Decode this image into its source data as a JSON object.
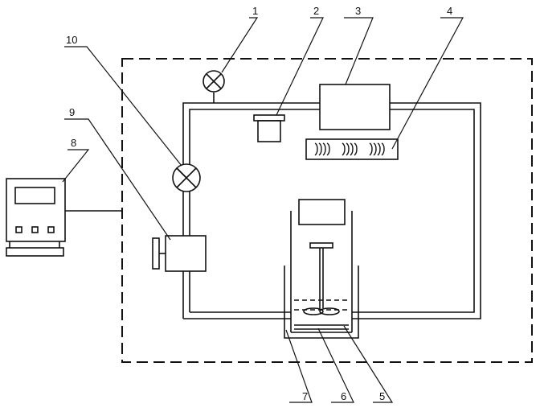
{
  "diagram": {
    "labels": {
      "l1": "1",
      "l2": "2",
      "l3": "3",
      "l4": "4",
      "l5": "5",
      "l6": "6",
      "l7": "7",
      "l8": "8",
      "l9": "9",
      "l10": "10"
    }
  }
}
